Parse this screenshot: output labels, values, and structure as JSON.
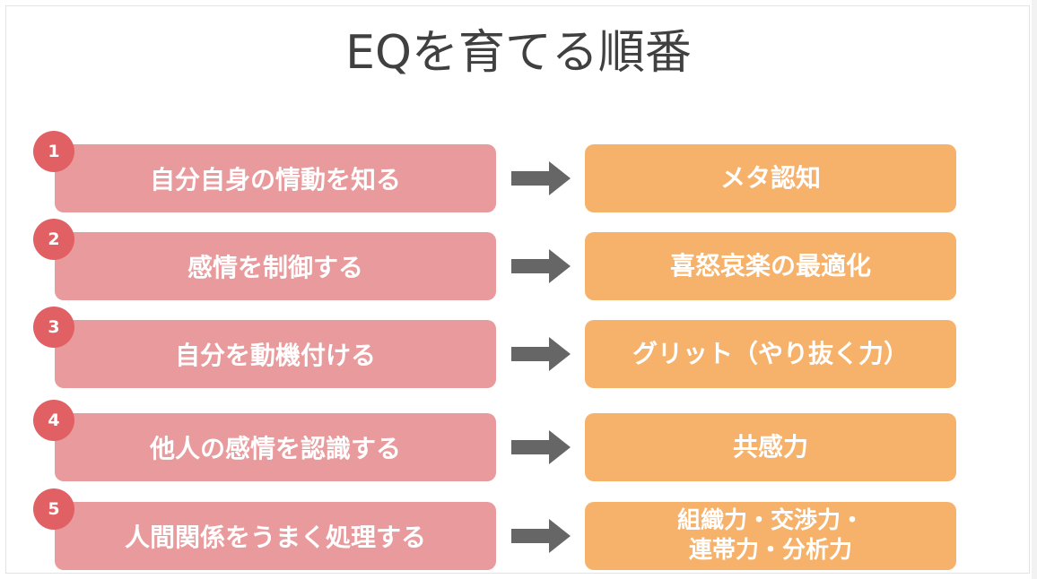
{
  "title": "EQを育てる順番",
  "steps": [
    {
      "number": "1",
      "action": "自分自身の情動を知る",
      "result_lines": [
        "メタ認知"
      ]
    },
    {
      "number": "2",
      "action": "感情を制御する",
      "result_lines": [
        "喜怒哀楽の最適化"
      ]
    },
    {
      "number": "3",
      "action": "自分を動機付ける",
      "result_lines": [
        "グリット（やり抜く力）"
      ]
    },
    {
      "number": "4",
      "action": "他人の感情を認識する",
      "result_lines": [
        "共感力"
      ]
    },
    {
      "number": "5",
      "action": "人間関係をうまく処理する",
      "result_lines": [
        "組織力・交渉力・",
        "連帯力・分析力"
      ]
    }
  ],
  "colors": {
    "action_box": "#e89a9c",
    "badge": "#e06064",
    "result_box": "#f6b26b",
    "arrow": "#666666",
    "title_text": "#404040"
  },
  "icons": {
    "arrow": "right-arrow-icon"
  }
}
